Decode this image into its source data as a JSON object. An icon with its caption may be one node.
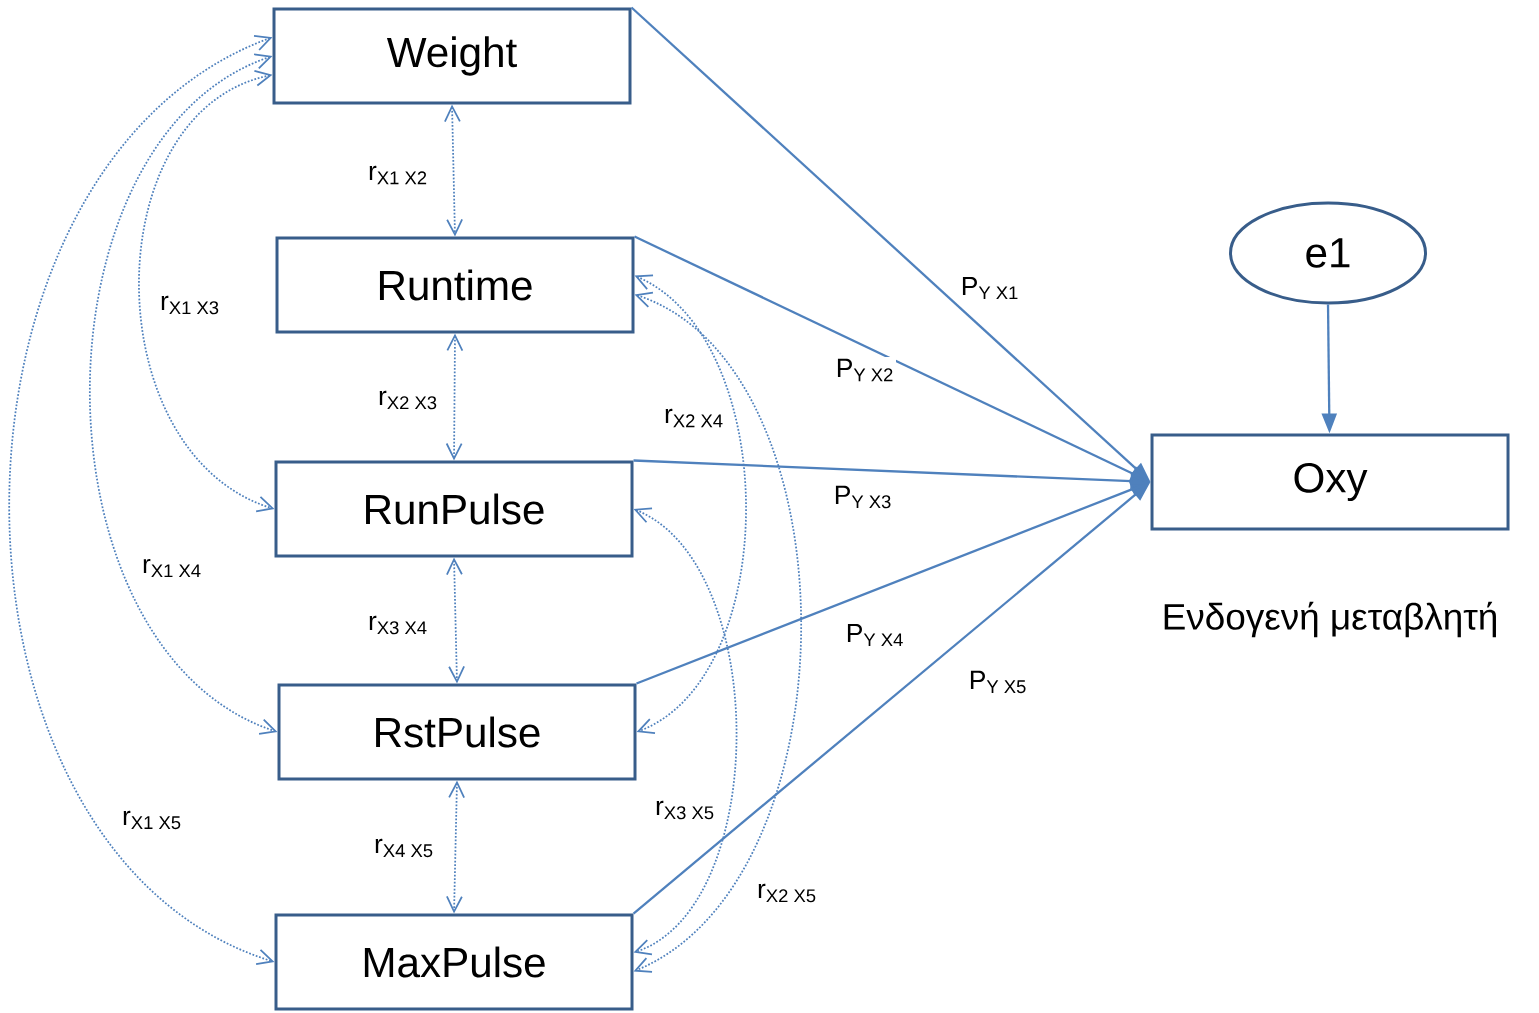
{
  "diagram": {
    "nodes": [
      {
        "text": [
          "Weight"
        ]
      },
      {
        "text": [
          "Runtime"
        ]
      },
      {
        "text": [
          "RunPulse"
        ]
      },
      {
        "text": [
          "RstPulse"
        ]
      },
      {
        "text": [
          "MaxPulse"
        ]
      },
      {
        "text": [
          "e1"
        ]
      },
      {
        "text": [
          "Oxy"
        ],
        "beside": [
          "Ενδογενή μεταβλητή"
        ]
      }
    ],
    "edges": [
      {
        "from": 0,
        "to": 6,
        "arrow": "to",
        "label": "\\text{P}_{\\text{Y X1}}"
      },
      {
        "from": 1,
        "to": 6,
        "arrow": "to",
        "label": "\\text{P}_{\\text{Y X2}}"
      },
      {
        "from": 2,
        "to": 6,
        "arrow": "to",
        "label": "\\text{P}_{\\text{Y X3}}"
      },
      {
        "from": 3,
        "to": 6,
        "arrow": "to",
        "label": "\\text{P}_{\\text{Y X4}}"
      },
      {
        "from": 4,
        "to": 6,
        "arrow": "to",
        "label": "\\text{P}_{\\text{Y X5}}"
      },
      {
        "from": 5,
        "to": 6,
        "arrow": "to"
      },
      {
        "from": 0,
        "to": 1,
        "arrow": "both",
        "style": "dashed",
        "label": "\\text{r}_{\\text{X1 X2}}"
      },
      {
        "from": 0,
        "to": 2,
        "arrow": "both",
        "style": "dashed",
        "label": "\\text{r}_{\\text{X1 X3}}"
      },
      {
        "from": 1,
        "to": 2,
        "arrow": "both",
        "style": "dashed",
        "label": "\\text{r}_{\\text{X2 X3}}"
      },
      {
        "from": 1,
        "to": 3,
        "arrow": "both",
        "style": "dashed",
        "label": "\\text{r}_{\\text{X2 X4}}"
      },
      {
        "from": 0,
        "to": 3,
        "arrow": "both",
        "style": "dashed",
        "label": "\\text{r}_{\\text{X1 X4}}"
      },
      {
        "from": 2,
        "to": 3,
        "arrow": "both",
        "style": "dashed",
        "label": "\\text{r}_{\\text{X3 X4}}"
      },
      {
        "from": 0,
        "to": 4,
        "arrow": "both",
        "style": "dashed",
        "label": "\\text{r}_{\\text{X1 X5}}"
      },
      {
        "from": 2,
        "to": 4,
        "arrow": "both",
        "style": "dashed",
        "label": "\\text{r}_{\\text{X3 X5}}"
      },
      {
        "from": 3,
        "to": 4,
        "arrow": "both",
        "style": "dashed",
        "label": "\\text{r}_{\\text{X4 X5}}"
      },
      {
        "from": 1,
        "to": 4,
        "arrow": "both",
        "style": "dashed",
        "label": "\\text{r}_{\\text{X2 X5}}"
      }
    ]
  }
}
